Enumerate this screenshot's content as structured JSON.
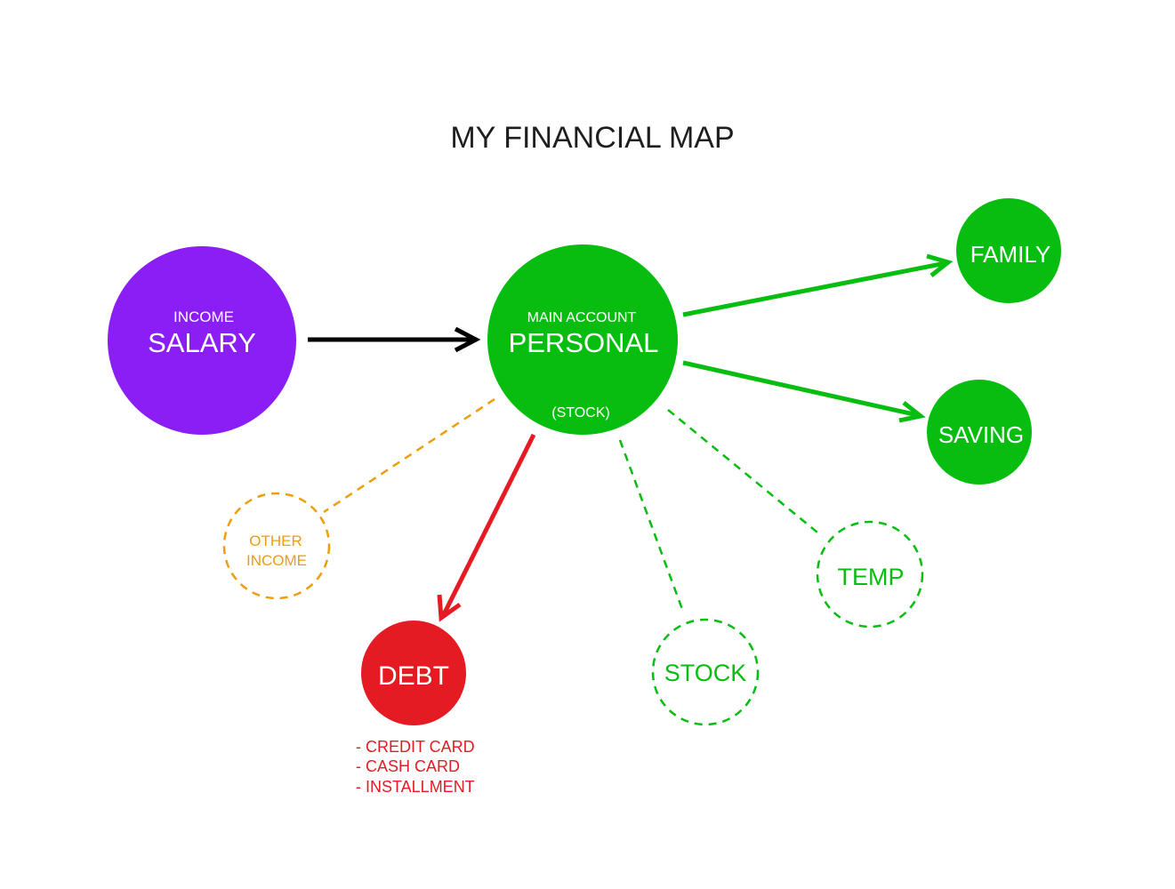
{
  "title": "MY FINANCIAL MAP",
  "colors": {
    "purple": "#8a1ef5",
    "green": "#06bd10",
    "red": "#e41b22",
    "orange": "#ee9d0b",
    "black": "#000000",
    "title": "#1e1e1e",
    "white": "#ffffff"
  },
  "nodes": {
    "salary": {
      "small_label": "INCOME",
      "label": "SALARY"
    },
    "personal": {
      "small_label": "MAIN ACCOUNT",
      "label": "PERSONAL",
      "sub_label": "(STOCK)"
    },
    "family": {
      "label": "FAMILY"
    },
    "saving": {
      "label": "SAVING"
    },
    "other_income": {
      "label_line1": "OTHER",
      "label_line2": "INCOME"
    },
    "debt": {
      "label": "DEBT",
      "items": [
        "- CREDIT CARD",
        "- CASH CARD",
        "- INSTALLMENT"
      ]
    },
    "stock": {
      "label": "STOCK"
    },
    "temp": {
      "label": "TEMP"
    }
  },
  "edges": [
    {
      "from": "SALARY",
      "to": "PERSONAL",
      "style": "solid",
      "color": "black"
    },
    {
      "from": "PERSONAL",
      "to": "FAMILY",
      "style": "solid",
      "color": "green"
    },
    {
      "from": "PERSONAL",
      "to": "SAVING",
      "style": "solid",
      "color": "green"
    },
    {
      "from": "PERSONAL",
      "to": "DEBT",
      "style": "solid",
      "color": "red"
    },
    {
      "from": "PERSONAL",
      "to": "OTHER INCOME",
      "style": "dashed",
      "color": "orange"
    },
    {
      "from": "PERSONAL",
      "to": "STOCK",
      "style": "dashed",
      "color": "green"
    },
    {
      "from": "PERSONAL",
      "to": "TEMP",
      "style": "dashed",
      "color": "green"
    }
  ]
}
